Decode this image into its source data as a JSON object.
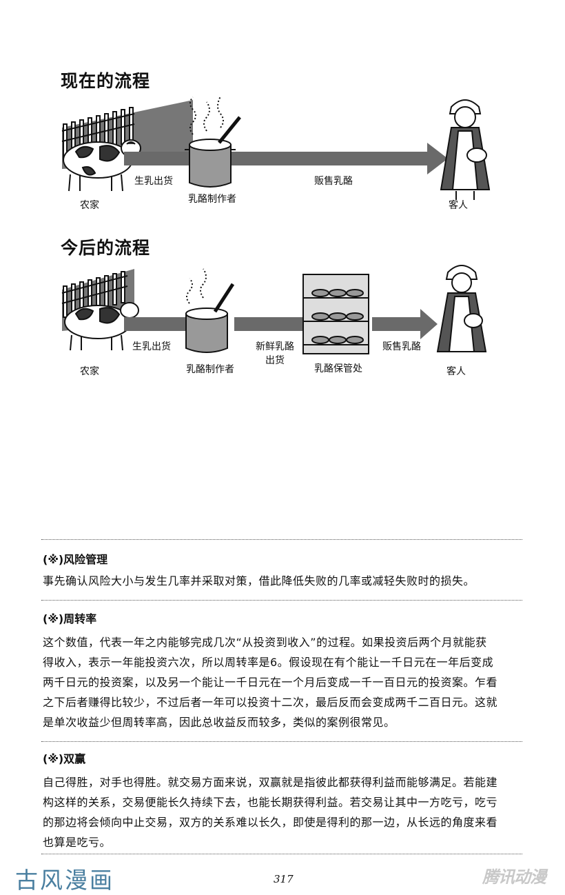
{
  "diagram_current": {
    "title": "现在的流程",
    "labels": {
      "farmer": "农家",
      "raw_milk_shipment": "生乳出货",
      "cheese_maker": "乳酪制作者",
      "sell_cheese": "贩售乳酪",
      "customer": "客人"
    }
  },
  "diagram_future": {
    "title": "今后的流程",
    "labels": {
      "farmer": "农家",
      "raw_milk_shipment": "生乳出货",
      "cheese_maker": "乳酪制作者",
      "fresh_cheese_shipment_line1": "新鲜乳酪",
      "fresh_cheese_shipment_line2": "出货",
      "cheese_storage": "乳酪保管处",
      "sell_cheese": "贩售乳酪",
      "customer": "客人"
    }
  },
  "glossary": [
    {
      "term": "(※)风险管理",
      "lines": [
        "事先确认风险大小与发生几率并采取对策，借此降低失败的几率或减轻失败时的损失。"
      ]
    },
    {
      "term": "(※)周转率",
      "lines": [
        "这个数值，代表一年之内能够完成几次“从投资到收入”的过程。如果投资后两个月就能获",
        "得收入，表示一年能投资六次，所以周转率是6。假设现在有个能让一千日元在一年后变成",
        "两千日元的投资案，以及另一个能让一千日元在一个月后变成一千一百日元的投资案。乍看",
        "之下后者赚得比较少，不过后者一年可以投资十二次，最后反而会变成两千二百日元。这就",
        "是单次收益少但周转率高，因此总收益反而较多，类似的案例很常见。"
      ]
    },
    {
      "term": "(※)双赢",
      "lines": [
        "自己得胜，对手也得胜。就交易方面来说，双赢就是指彼此都获得利益而能够满足。若能建",
        "构这样的关系，交易便能长久持续下去，也能长期获得利益。若交易让其中一方吃亏，吃亏",
        "的那边将会倾向中止交易，双方的关系难以长久，即使是得利的那一边，从长远的角度来看",
        "也算是吃亏。"
      ]
    }
  ],
  "footer": {
    "page_number": "317",
    "logo_left": "古风漫画",
    "logo_right": "腾讯动漫"
  }
}
